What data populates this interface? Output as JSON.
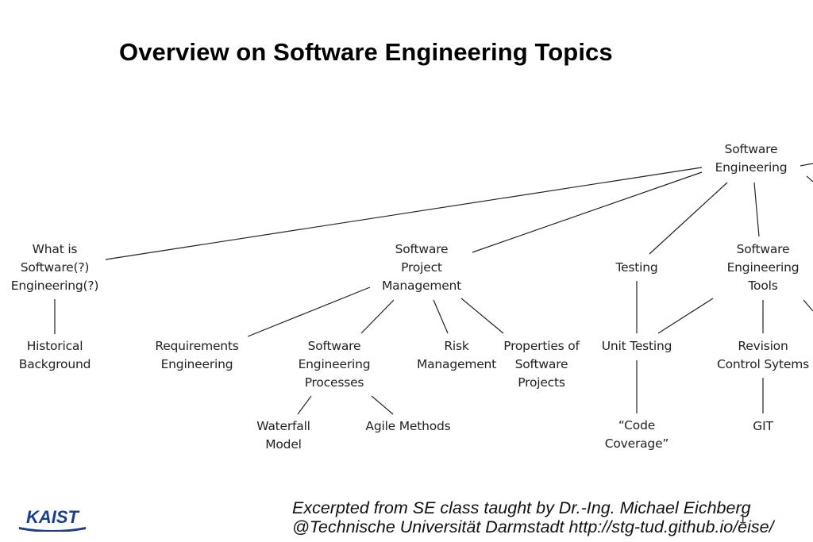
{
  "title": "Overview on Software Engineering Topics",
  "nodes": {
    "software_engineering": "Software\nEngineering",
    "what_is_se": "What is\nSoftware(?)\nEngineering(?)",
    "historical_background": "Historical\nBackground",
    "software_project_management": "Software\nProject\nManagement",
    "requirements_engineering": "Requirements\nEngineering",
    "se_processes": "Software\nEngineering\nProcesses",
    "risk_management": "Risk\nManagement",
    "properties_of_projects": "Properties of\nSoftware\nProjects",
    "waterfall_model": "Waterfall\nModel",
    "agile_methods": "Agile Methods",
    "testing": "Testing",
    "unit_testing": "Unit Testing",
    "code_coverage": "“Code\nCoverage”",
    "se_tools": "Software\nEngineering\nTools",
    "revision_control": "Revision\nControl Sytems",
    "git": "GIT"
  },
  "footer": {
    "line1": "Excerpted from SE class taught by Dr.-Ing. Michael Eichberg",
    "line2": "@Technische Universität Darmstadt http://stg-tud.github.io/eise/"
  },
  "page_number": "1",
  "logo_text": "KAIST",
  "colors": {
    "line": "#222222",
    "text": "#222222",
    "logo": "#1b3f8c"
  }
}
